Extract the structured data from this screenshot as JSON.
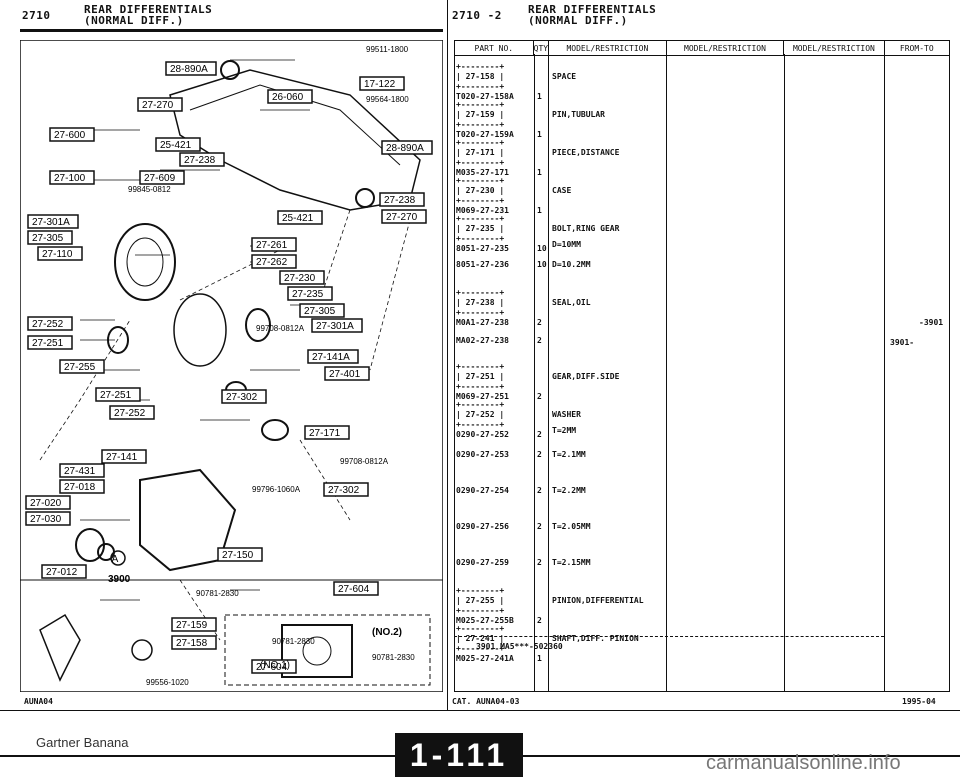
{
  "header": {
    "left_code": "2710",
    "left_title_line1": "REAR DIFFERENTIALS",
    "left_title_line2": "(NORMAL DIFF.)",
    "right_code": "2710 -2",
    "right_title_line1": "REAR DIFFERENTIALS",
    "right_title_line2": "(NORMAL DIFF.)"
  },
  "diagram": {
    "refs": [
      "28-890A",
      "17-122",
      "27-270",
      "26-060",
      "27-600",
      "25-421",
      "28-890A",
      "27-238",
      "27-100",
      "27-609",
      "27-238",
      "25-421",
      "27-270",
      "27-301A",
      "27-305",
      "27-110",
      "27-261",
      "27-262",
      "27-230",
      "27-235",
      "27-305",
      "27-301A",
      "27-252",
      "27-251",
      "27-255",
      "27-141A",
      "27-401",
      "27-251",
      "27-302",
      "27-252",
      "27-171",
      "27-141",
      "27-431",
      "27-018",
      "27-020",
      "27-030",
      "27-302",
      "27-150",
      "27-012",
      "27-604",
      "27-159",
      "27-158",
      "27-604"
    ],
    "part_numbers": [
      "99511-1800",
      "99564-1800",
      "99845-0812",
      "99708-0812A",
      "99708-0812A",
      "99796-1060A",
      "90781-2830",
      "90781-2830",
      "90781-2830",
      "99556-1020"
    ],
    "labels": {
      "no2": "(NO.2)",
      "no1": "(NO.1)",
      "model_start": "3900",
      "circle_a": "A"
    }
  },
  "table": {
    "headers": [
      "PART NO.",
      "QTY",
      "MODEL/RESTRICTION",
      "MODEL/RESTRICTION",
      "MODEL/RESTRICTION",
      "FROM-TO"
    ],
    "rows": [
      {
        "ref": "27-158",
        "part": "T020-27-158A",
        "qty": "1",
        "desc": "SPACE",
        "from": ""
      },
      {
        "ref": "27-159",
        "part": "T020-27-159A",
        "qty": "1",
        "desc": "PIN,TUBULAR",
        "from": ""
      },
      {
        "ref": "27-171",
        "part": "M035-27-171",
        "qty": "1",
        "desc": "PIECE,DISTANCE",
        "from": ""
      },
      {
        "ref": "27-230",
        "part": "M069-27-231",
        "qty": "1",
        "desc": "CASE",
        "from": ""
      },
      {
        "ref": "27-235",
        "part": "8051-27-235",
        "qty": "10",
        "desc": "BOLT,RING GEAR",
        "desc2": "D=10MM",
        "from": ""
      },
      {
        "ref": "",
        "part": "8051-27-236",
        "qty": "10",
        "desc": "D=10.2MM",
        "from": ""
      },
      {
        "ref": "27-238",
        "part": "M0A1-27-238",
        "qty": "2",
        "desc": "SEAL,OIL",
        "from": "-3901"
      },
      {
        "ref": "",
        "part": "MA02-27-238",
        "qty": "2",
        "desc": "",
        "from": "3901-"
      },
      {
        "ref": "27-251",
        "part": "M069-27-251",
        "qty": "2",
        "desc": "GEAR,DIFF.SIDE",
        "from": ""
      },
      {
        "ref": "27-252",
        "part": "0290-27-252",
        "qty": "2",
        "desc": "WASHER",
        "desc2": "T=2MM",
        "from": ""
      },
      {
        "ref": "",
        "part": "0290-27-253",
        "qty": "2",
        "desc": "T=2.1MM",
        "from": ""
      },
      {
        "ref": "",
        "part": "0290-27-254",
        "qty": "2",
        "desc": "T=2.2MM",
        "from": ""
      },
      {
        "ref": "",
        "part": "0290-27-256",
        "qty": "2",
        "desc": "T=2.05MM",
        "from": ""
      },
      {
        "ref": "",
        "part": "0290-27-259",
        "qty": "2",
        "desc": "T=2.15MM",
        "from": ""
      },
      {
        "ref": "27-255",
        "part": "M025-27-255B",
        "qty": "2",
        "desc": "PINION,DIFFERENTIAL",
        "from": ""
      },
      {
        "ref": "27-241",
        "part": "M025-27-241A",
        "qty": "1",
        "desc": "SHAFT,DIFF. PINION",
        "from": ""
      }
    ],
    "note": "3901 MA5***-502360"
  },
  "footer": {
    "left_code": "AUNA04",
    "cat": "CAT. AUNA04-03",
    "date": "1995-04",
    "page_number": "1-111",
    "watermark_left": "Gartner Banana",
    "watermark_right": "carmanualsonline.info"
  }
}
